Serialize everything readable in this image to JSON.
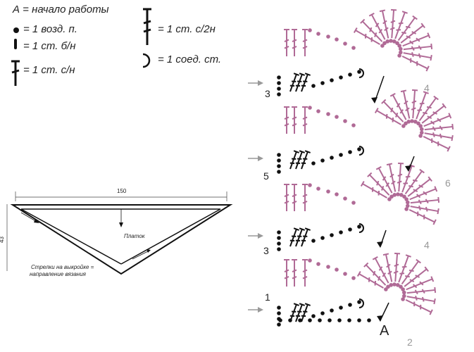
{
  "legend": {
    "start": "А = начало работы",
    "chain": "= 1 возд. п.",
    "sc": "= 1 ст. б/н",
    "dc": "= 1 ст. с/н",
    "tr": "= 1 ст. с/2н",
    "slip": "= 1 соед. ст."
  },
  "schematic": {
    "width_label": "150",
    "height_label": "43",
    "shawl_label": "Платок",
    "note_line1": "Стрелки на выкройке =",
    "note_line2": "направление вязания"
  },
  "chart": {
    "row_numbers": [
      "3",
      "5",
      "3",
      "1"
    ],
    "repeat_numbers": [
      "4",
      "6",
      "4",
      "2"
    ],
    "start_marker": "А",
    "colors": {
      "pink": "#b06a96",
      "black": "#111111",
      "arrow_gray": "#999999"
    }
  }
}
